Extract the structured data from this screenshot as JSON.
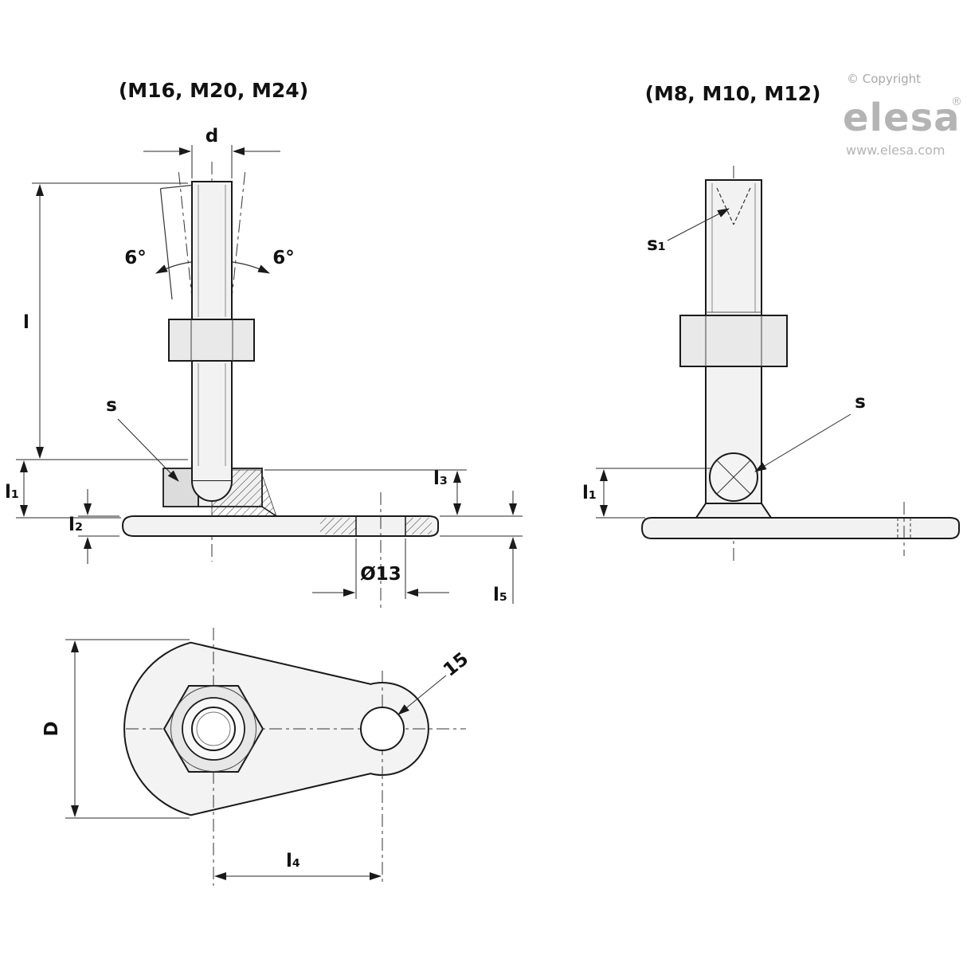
{
  "drawing": {
    "front_view_large": {
      "title": "(M16, M20, M24)",
      "dims": {
        "d": "d",
        "l": "l",
        "l1": "l₁",
        "l2": "l₂",
        "l3": "l₃",
        "l5": "l₅",
        "dia13": "Ø13",
        "angle_left": "6°",
        "angle_right": "6°",
        "s": "s"
      }
    },
    "front_view_small": {
      "title": "(M8, M10, M12)",
      "dims": {
        "s1": "s₁",
        "s": "s",
        "l1": "l₁"
      }
    },
    "bottom_view": {
      "dims": {
        "D": "D",
        "l4": "l₄",
        "hole": "15"
      }
    }
  },
  "branding": {
    "copyright": "© Copyright",
    "brand": "elesa",
    "registered": "®",
    "website": "www.elesa.com"
  },
  "colors": {
    "line": "#1a1a1a",
    "fill_light": "#f2f2f2",
    "fill_mid": "#e9e9e9",
    "gray_text": "#b4b4b4"
  }
}
